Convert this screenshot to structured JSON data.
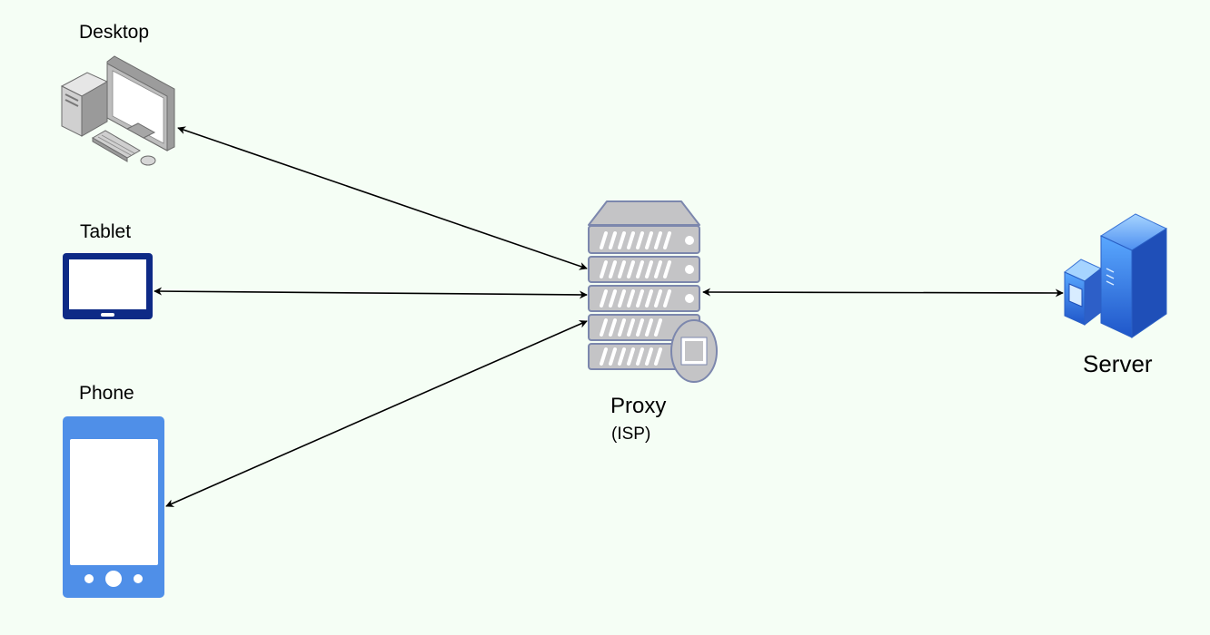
{
  "nodes": {
    "desktop": {
      "label": "Desktop",
      "icon": "desktop-computer-icon"
    },
    "tablet": {
      "label": "Tablet",
      "icon": "tablet-icon"
    },
    "phone": {
      "label": "Phone",
      "icon": "mobile-phone-icon"
    },
    "proxy": {
      "label": "Proxy",
      "sublabel": "(ISP)",
      "icon": "proxy-server-rack-icon"
    },
    "server": {
      "label": "Server",
      "icon": "server-icon"
    }
  },
  "connections": [
    {
      "from": "desktop",
      "to": "proxy",
      "arrows": "both"
    },
    {
      "from": "tablet",
      "to": "proxy",
      "arrows": "both"
    },
    {
      "from": "phone",
      "to": "proxy",
      "arrows": "both"
    },
    {
      "from": "proxy",
      "to": "server",
      "arrows": "both"
    }
  ],
  "colors": {
    "background": "#f5fef5",
    "tablet_frame": "#0e2a86",
    "phone_body": "#4f8fe8",
    "rack_fill": "#c4c4c6",
    "rack_stroke": "#7c87ad",
    "server_blue": "#2f6fe0",
    "connector": "#000000"
  }
}
